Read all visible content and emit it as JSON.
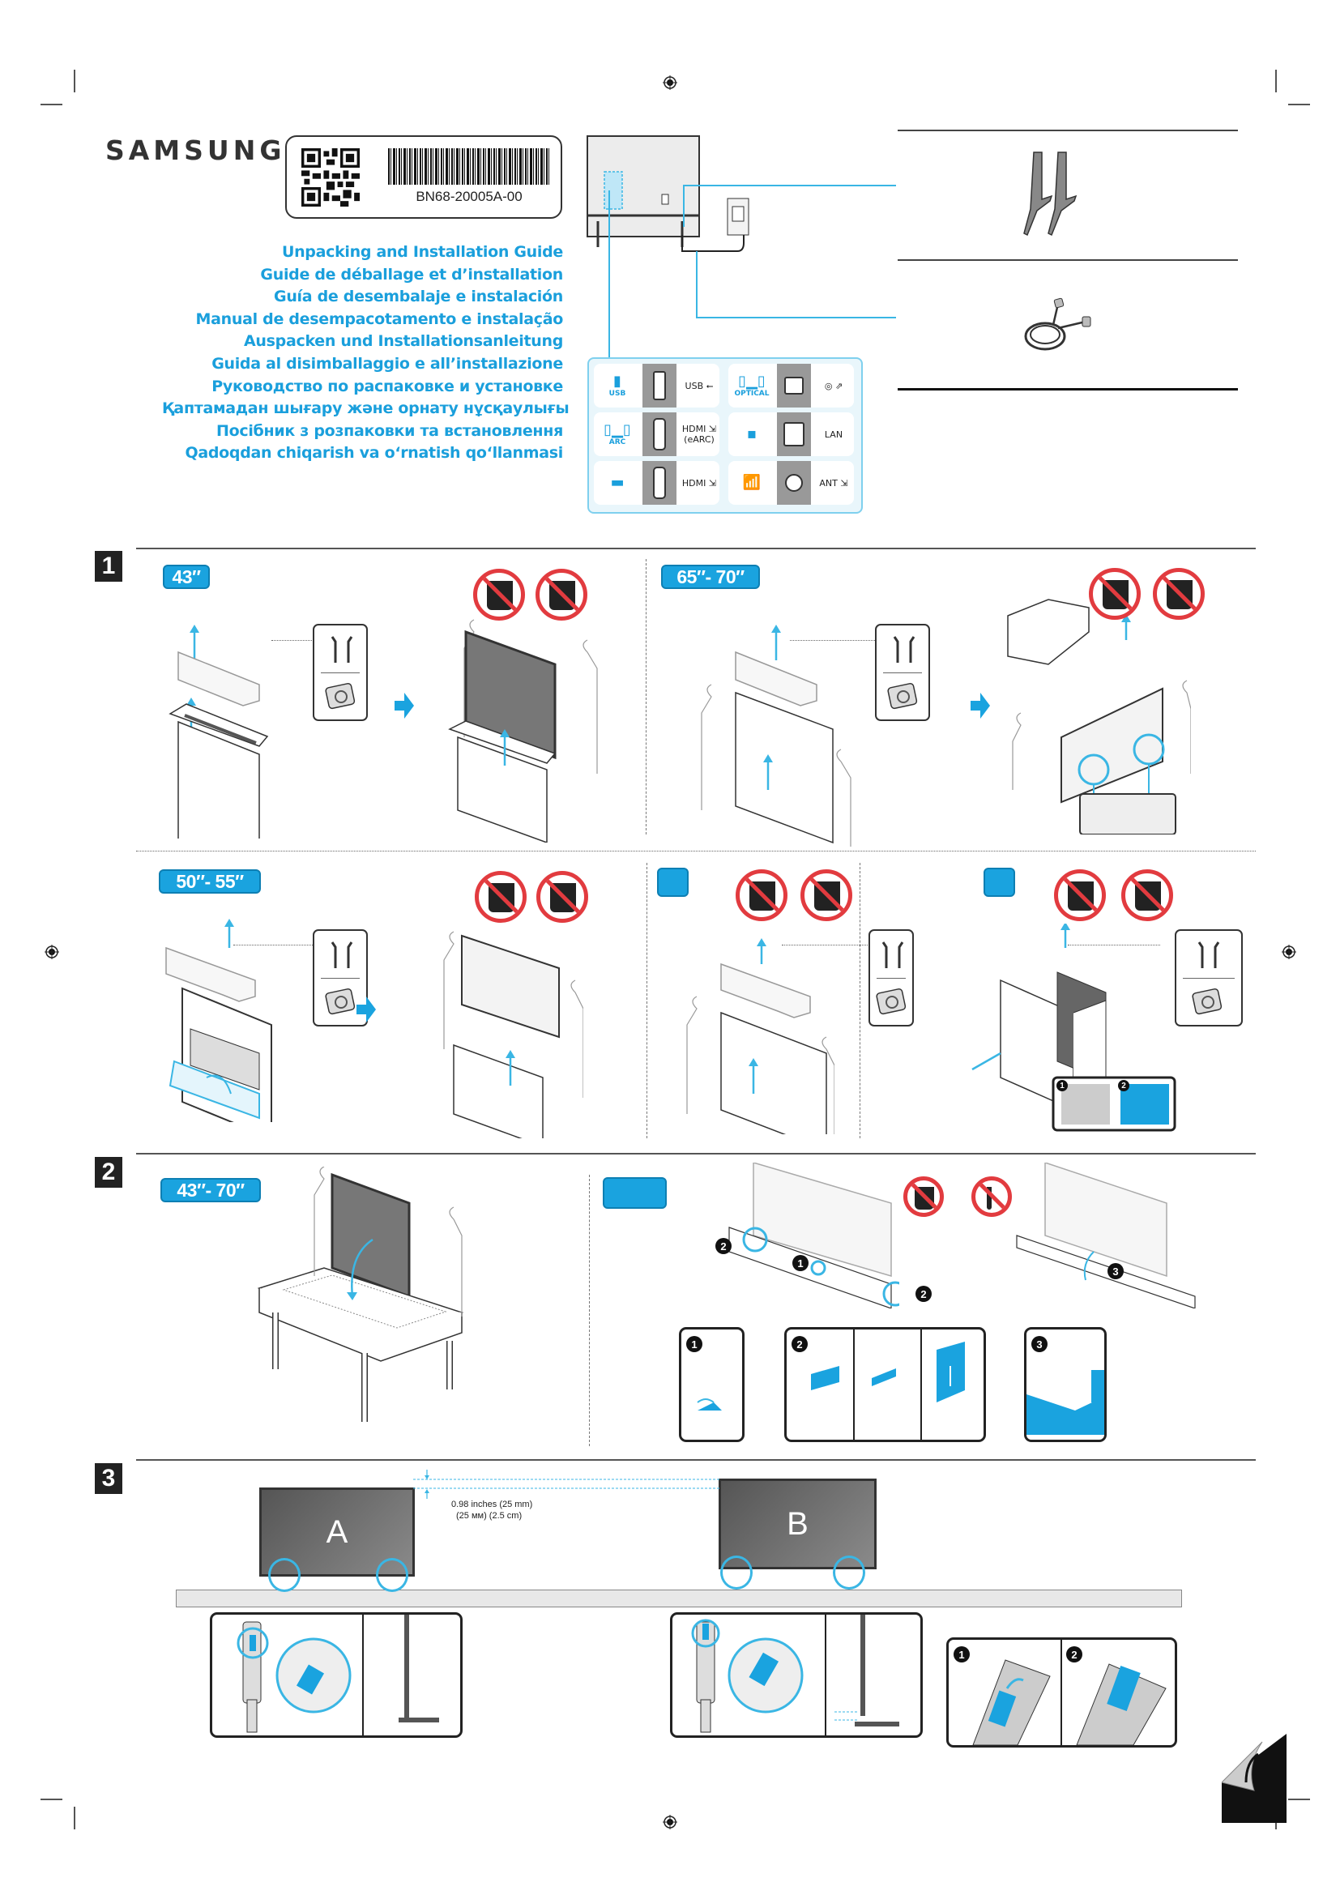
{
  "brand": {
    "logo_text": "SAMSUNG"
  },
  "label": {
    "part_number": "BN68-20005A-00",
    "qr_code_icon": "qr-code",
    "barcode_icon": "barcode"
  },
  "titles": [
    "Unpacking and Installation Guide",
    "Guide de déballage et d’installation",
    "Guía de desembalaje e instalación",
    "Manual de desempacotamento e instalação",
    "Auspacken und Installationsanleitung",
    "Guida al disimballaggio e all’installazione",
    "Руководство по распаковке и установке",
    "Қаптамадан шығару және орнату нұсқаулығы",
    "Посібник з розпаковки та встановлення",
    "Qadoqdan chiqarish va o‘rnatish qo‘llanmasi"
  ],
  "ports": [
    {
      "device_label": "USB",
      "device_icon": "usb-stick-icon",
      "connector_icon": "usb-port-icon",
      "label": "USB ⭠"
    },
    {
      "device_label": "OPTICAL",
      "device_icon": "speakers-icon",
      "connector_icon": "optical-port-icon",
      "label": "◎ ⇗"
    },
    {
      "device_label": "ARC",
      "device_icon": "soundbar-icon",
      "connector_icon": "hdmi-port-icon",
      "label": "HDMI ⇲\n(eARC)"
    },
    {
      "device_label": "",
      "device_icon": "ethernet-plug-icon",
      "connector_icon": "lan-port-icon",
      "label": "LAN"
    },
    {
      "device_label": "",
      "device_icon": "set-top-box-icon",
      "connector_icon": "hdmi-port-icon",
      "label": "HDMI ⇲"
    },
    {
      "device_label": "",
      "device_icon": "antenna-tower-icon",
      "connector_icon": "coax-port-icon",
      "label": "ANT ⇲"
    }
  ],
  "accessories": [
    {
      "name": "stand-legs",
      "icon": "stand-legs-icon"
    },
    {
      "name": "power-cord",
      "icon": "power-cord-icon"
    }
  ],
  "steps": [
    {
      "number": "1",
      "panels": [
        {
          "size_label": "43″"
        },
        {
          "size_label": "65″- 70″"
        },
        {
          "size_label": "50″- 55″"
        },
        {
          "size_label": ""
        },
        {
          "size_label": ""
        }
      ]
    },
    {
      "number": "2",
      "panels": [
        {
          "size_label": "43″- 70″"
        },
        {
          "size_label": ""
        }
      ],
      "detail_numbers": [
        "1",
        "2",
        "3"
      ]
    },
    {
      "number": "3",
      "positions": [
        "A",
        "B"
      ],
      "dimension_text": [
        "0.98 inches (25 mm)",
        "(25 мм) (2.5 cm)"
      ],
      "detail_numbers": [
        "1",
        "2"
      ]
    }
  ],
  "colors": {
    "accent_blue": "#1aa3df",
    "warning_red": "#e23b3f",
    "text_dark": "#222222"
  }
}
